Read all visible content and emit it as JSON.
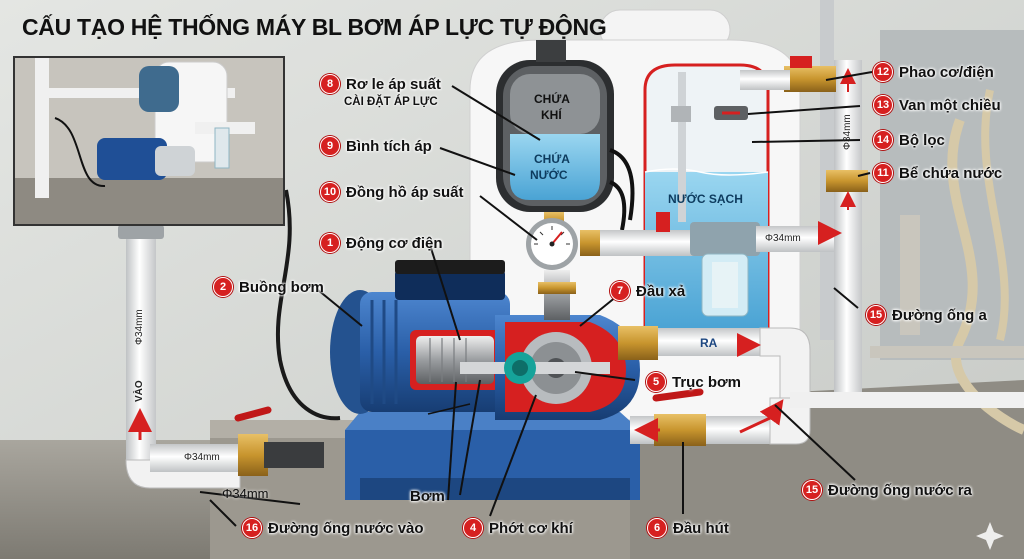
{
  "title": "CẤU TẠO HỆ THỐNG MÁY BL BƠM ÁP LỰC TỰ ĐỘNG",
  "callouts": [
    {
      "num": "8",
      "label": "Rơ le áp suất",
      "sub": "CÀI ĐẶT ÁP LỰC"
    },
    {
      "num": "9",
      "label": "Bình tích áp"
    },
    {
      "num": "10",
      "label": "Đồng hồ áp suất"
    },
    {
      "num": "1",
      "label": "Động cơ điện"
    },
    {
      "num": "2",
      "label": "Buồng bơm"
    },
    {
      "num": "7",
      "label": "Đầu xả"
    },
    {
      "num": "5",
      "label": "Trục bơm"
    },
    {
      "num": "12",
      "label": "Phao cơ/điện"
    },
    {
      "num": "13",
      "label": "Van một chiều"
    },
    {
      "num": "14",
      "label": "Bộ lọc"
    },
    {
      "num": "11",
      "label": "Bể chứa nước"
    },
    {
      "num": "15",
      "label": "Đường ống a"
    },
    {
      "num": "15",
      "label": "Đường ống nước ra"
    },
    {
      "num": "16",
      "label": "Đường ống nước vào"
    },
    {
      "num": "4",
      "label": "Phớt cơ khí"
    },
    {
      "num": "6",
      "label": "Đầu hút"
    }
  ],
  "bom_label": "Bơm",
  "tank_texts": {
    "air_1": "CHỨA",
    "air_2": "KHÍ",
    "water_1": "CHỨA",
    "water_2": "NƯỚC",
    "clean_water": "NƯỚC SẠCH"
  },
  "pipe_texts": {
    "inlet_vertical": "VÀO",
    "inlet_vertical_dia": "Φ34mm",
    "inlet_horizontal": "Φ34mm",
    "inlet_dim": "Φ34mm",
    "outlet_label": "RA",
    "top_pipe": "Φ34mm",
    "right_pipe": "Φ34mm"
  },
  "colors": {
    "accent_red": "#d62020",
    "motor_blue": "#2a5fa8",
    "water_blue": "#7cc6e8",
    "pipe_white": "#f2f2f2",
    "brass": "#c8952e"
  },
  "icons": [
    "flow-arrow-icon",
    "valve-handle-icon",
    "pressure-gauge-icon",
    "sparkle-icon"
  ]
}
